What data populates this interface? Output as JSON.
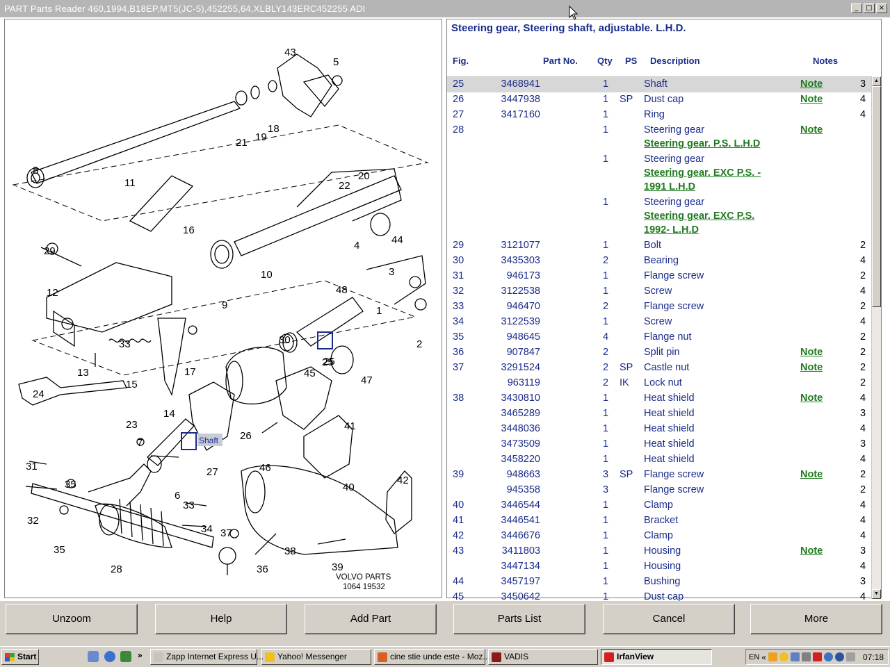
{
  "window": {
    "title": "PART Parts Reader 460,1994,B18EP,MT5(JC-5),452255,64,XLBLY143ERC452255 ADI",
    "min_glyph": "_",
    "max_glyph": "□",
    "close_glyph": "×"
  },
  "diagram": {
    "brand": "VOLVO PARTS",
    "code": "1064  19532",
    "highlight_label": "Shaft",
    "callouts": [
      "43",
      "5",
      "21",
      "19",
      "18",
      "8",
      "11",
      "20",
      "22",
      "16",
      "4",
      "44",
      "29",
      "10",
      "3",
      "9",
      "48",
      "1",
      "12",
      "2",
      "30",
      "25",
      "33",
      "17",
      "47",
      "15",
      "45",
      "13",
      "24",
      "14",
      "26",
      "41",
      "23",
      "7",
      "27",
      "46",
      "40",
      "42",
      "31",
      "35",
      "32",
      "6",
      "33",
      "34",
      "37",
      "35",
      "38",
      "28",
      "36",
      "39",
      "25"
    ]
  },
  "parts": {
    "title": "Steering gear, Steering shaft, adjustable. L.H.D.",
    "headers": {
      "fig": "Fig.",
      "part": "Part No.",
      "qty": "Qty",
      "ps": "PS",
      "desc": "Description",
      "notes": "Notes"
    },
    "rows": [
      {
        "fig": "25",
        "part": "3468941",
        "qty": "1",
        "ps": "",
        "desc": "Shaft",
        "note": "Note",
        "n": "3",
        "selected": true
      },
      {
        "fig": "26",
        "part": "3447938",
        "qty": "1",
        "ps": "SP",
        "desc": "Dust cap",
        "note": "Note",
        "n": "4"
      },
      {
        "fig": "27",
        "part": "3417160",
        "qty": "1",
        "ps": "",
        "desc": "Ring",
        "note": "",
        "n": "4"
      },
      {
        "fig": "28",
        "part": "",
        "qty": "1",
        "ps": "",
        "desc": "Steering gear",
        "note": "Note",
        "n": "",
        "sub": [
          "Steering gear. P.S. L.H.D"
        ]
      },
      {
        "fig": "",
        "part": "",
        "qty": "1",
        "ps": "",
        "desc": "Steering gear",
        "note": "",
        "n": "",
        "sub": [
          "Steering gear. EXC P.S. -",
          "1991 L.H.D"
        ]
      },
      {
        "fig": "",
        "part": "",
        "qty": "1",
        "ps": "",
        "desc": "Steering gear",
        "note": "",
        "n": "",
        "sub": [
          "Steering gear. EXC P.S.",
          "1992- L.H.D"
        ]
      },
      {
        "fig": "29",
        "part": "3121077",
        "qty": "1",
        "ps": "",
        "desc": "Bolt",
        "note": "",
        "n": "2"
      },
      {
        "fig": "30",
        "part": "3435303",
        "qty": "2",
        "ps": "",
        "desc": "Bearing",
        "note": "",
        "n": "4"
      },
      {
        "fig": "31",
        "part": "946173",
        "qty": "1",
        "ps": "",
        "desc": "Flange screw",
        "note": "",
        "n": "2"
      },
      {
        "fig": "32",
        "part": "3122538",
        "qty": "1",
        "ps": "",
        "desc": "Screw",
        "note": "",
        "n": "4"
      },
      {
        "fig": "33",
        "part": "946470",
        "qty": "2",
        "ps": "",
        "desc": "Flange screw",
        "note": "",
        "n": "2"
      },
      {
        "fig": "34",
        "part": "3122539",
        "qty": "1",
        "ps": "",
        "desc": "Screw",
        "note": "",
        "n": "4"
      },
      {
        "fig": "35",
        "part": "948645",
        "qty": "4",
        "ps": "",
        "desc": "Flange nut",
        "note": "",
        "n": "2"
      },
      {
        "fig": "36",
        "part": "907847",
        "qty": "2",
        "ps": "",
        "desc": "Split pin",
        "note": "Note",
        "n": "2"
      },
      {
        "fig": "37",
        "part": "3291524",
        "qty": "2",
        "ps": "SP",
        "desc": "Castle nut",
        "note": "Note",
        "n": "2"
      },
      {
        "fig": "",
        "part": "963119",
        "qty": "2",
        "ps": "IK",
        "desc": "Lock nut",
        "note": "",
        "n": "2"
      },
      {
        "fig": "38",
        "part": "3430810",
        "qty": "1",
        "ps": "",
        "desc": "Heat shield",
        "note": "Note",
        "n": "4"
      },
      {
        "fig": "",
        "part": "3465289",
        "qty": "1",
        "ps": "",
        "desc": "Heat shield",
        "note": "",
        "n": "3"
      },
      {
        "fig": "",
        "part": "3448036",
        "qty": "1",
        "ps": "",
        "desc": "Heat shield",
        "note": "",
        "n": "4"
      },
      {
        "fig": "",
        "part": "3473509",
        "qty": "1",
        "ps": "",
        "desc": "Heat shield",
        "note": "",
        "n": "3"
      },
      {
        "fig": "",
        "part": "3458220",
        "qty": "1",
        "ps": "",
        "desc": "Heat shield",
        "note": "",
        "n": "4"
      },
      {
        "fig": "39",
        "part": "948663",
        "qty": "3",
        "ps": "SP",
        "desc": "Flange screw",
        "note": "Note",
        "n": "2"
      },
      {
        "fig": "",
        "part": "945358",
        "qty": "3",
        "ps": "",
        "desc": "Flange screw",
        "note": "",
        "n": "2"
      },
      {
        "fig": "40",
        "part": "3446544",
        "qty": "1",
        "ps": "",
        "desc": "Clamp",
        "note": "",
        "n": "4"
      },
      {
        "fig": "41",
        "part": "3446541",
        "qty": "1",
        "ps": "",
        "desc": "Bracket",
        "note": "",
        "n": "4"
      },
      {
        "fig": "42",
        "part": "3446676",
        "qty": "1",
        "ps": "",
        "desc": "Clamp",
        "note": "",
        "n": "4"
      },
      {
        "fig": "43",
        "part": "3411803",
        "qty": "1",
        "ps": "",
        "desc": "Housing",
        "note": "Note",
        "n": "3"
      },
      {
        "fig": "",
        "part": "3447134",
        "qty": "1",
        "ps": "",
        "desc": "Housing",
        "note": "",
        "n": "4"
      },
      {
        "fig": "44",
        "part": "3457197",
        "qty": "1",
        "ps": "",
        "desc": "Bushing",
        "note": "",
        "n": "3"
      },
      {
        "fig": "45",
        "part": "3450642",
        "qty": "1",
        "ps": "",
        "desc": "Dust cap",
        "note": "",
        "n": "4"
      }
    ]
  },
  "buttons": [
    "Unzoom",
    "Help",
    "Add Part",
    "Parts List",
    "Cancel",
    "More"
  ],
  "taskbar": {
    "start": "Start",
    "chevron": "»",
    "tasks": [
      {
        "label": "Zapp Internet Express U...",
        "icon": "window-icon",
        "color": "#c8c4bc"
      },
      {
        "label": "Yahoo! Messenger",
        "icon": "yahoo-icon",
        "color": "#f0c020"
      },
      {
        "label": "cine stie unde este - Moz...",
        "icon": "firefox-icon",
        "color": "#d86020"
      },
      {
        "label": "VADIS",
        "icon": "volvo-icon",
        "color": "#8a1a1a"
      },
      {
        "label": "IrfanView",
        "icon": "irfanview-icon",
        "color": "#d02020",
        "active": true
      }
    ],
    "tray": {
      "lang": "EN",
      "arrows": "«",
      "time": "07:18"
    }
  }
}
